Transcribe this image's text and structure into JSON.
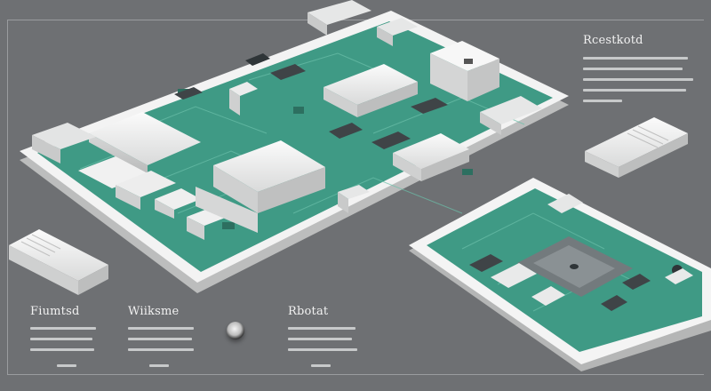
{
  "headings": {
    "top_right": "Rcestkotd",
    "bottom_left": "Fiumtsd",
    "bottom_center": "Wiiksme",
    "bottom_right": "Rbotat"
  },
  "colors": {
    "background": "#6e7073",
    "board_green": "#3f9a85",
    "board_white": "#f1f2f2",
    "component_white": "#e9eaea",
    "chip_dark": "#3f4447"
  }
}
